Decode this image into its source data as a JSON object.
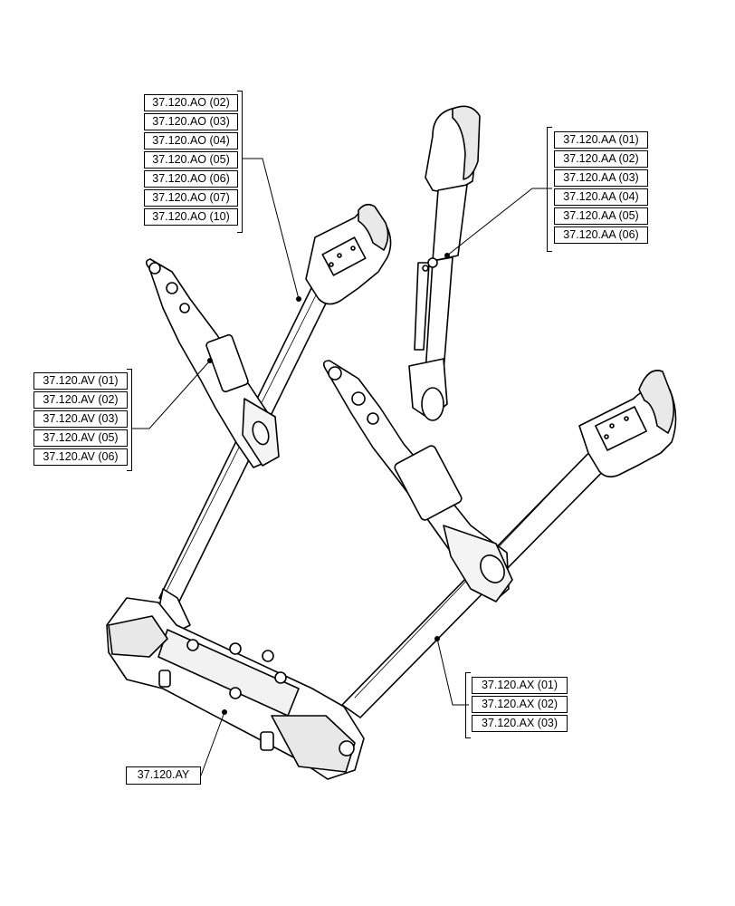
{
  "groups": {
    "ao": {
      "labels": [
        "37.120.AO (02)",
        "37.120.AO (03)",
        "37.120.AO (04)",
        "37.120.AO (05)",
        "37.120.AO (06)",
        "37.120.AO (07)",
        "37.120.AO (10)"
      ]
    },
    "aa": {
      "labels": [
        "37.120.AA (01)",
        "37.120.AA (02)",
        "37.120.AA (03)",
        "37.120.AA (04)",
        "37.120.AA (05)",
        "37.120.AA (06)"
      ]
    },
    "av": {
      "labels": [
        "37.120.AV (01)",
        "37.120.AV (02)",
        "37.120.AV (03)",
        "37.120.AV (05)",
        "37.120.AV (06)"
      ]
    },
    "ax": {
      "labels": [
        "37.120.AX (01)",
        "37.120.AX (02)",
        "37.120.AX (03)"
      ]
    },
    "ay": {
      "labels": [
        "37.120.AY"
      ]
    }
  }
}
